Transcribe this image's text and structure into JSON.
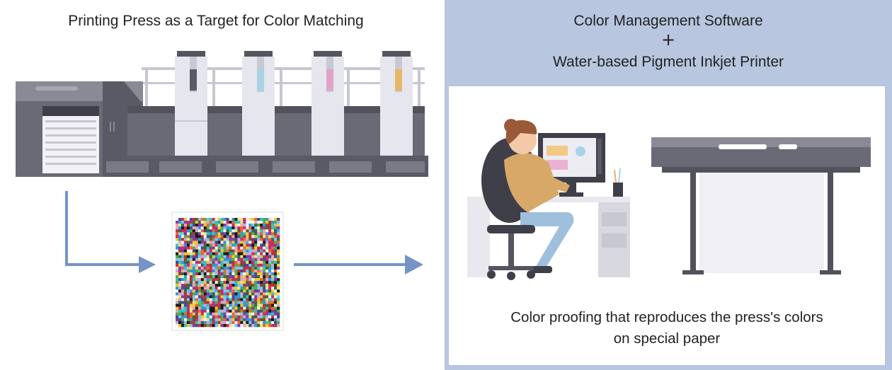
{
  "left_panel": {
    "title": "Printing Press as a Target for Color Matching"
  },
  "right_panel": {
    "title_line1": "Color Management Software",
    "plus": "+",
    "title_line2": "Water-based Pigment Inkjet Printer",
    "caption_line1": "Color proofing that reproduces the press's colors",
    "caption_line2": "on special paper"
  },
  "colors": {
    "arrow": "#7593c5",
    "panel_bg": "#b8c6df",
    "press_dark": "#5f5f6b",
    "press_light": "#e6e6ee",
    "ink_cyan": "#a8d2e4",
    "ink_magenta": "#e2a3c9",
    "ink_yellow": "#e8b66a"
  },
  "icons": [
    "printing-press-illustration",
    "color-chart-sheet",
    "person-at-computer-illustration",
    "wide-format-inkjet-printer-illustration"
  ]
}
